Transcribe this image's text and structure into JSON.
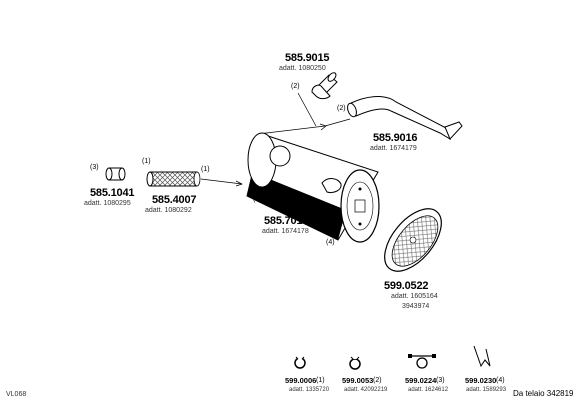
{
  "parts": {
    "p5859015": {
      "number": "585.9015",
      "sub": "adatt. 1080250",
      "qty": "(2)"
    },
    "p5859016": {
      "number": "585.9016",
      "sub": "adatt. 1674179",
      "qty": "(2)"
    },
    "p5851041": {
      "number": "585.1041",
      "sub": "adatt. 1080295",
      "qty": "(3)"
    },
    "p5854007": {
      "number": "585.4007",
      "sub": "adatt. 1080292",
      "qty": "(1)"
    },
    "p5857019": {
      "number": "585.7019",
      "sub": "adatt. 1674178",
      "qty": "(1)"
    },
    "p5990522": {
      "number": "599.0522",
      "sub": "adatt. 1605164",
      "sub2": "3943974",
      "qty": "(4)"
    },
    "qty_muffler_left": "(4)"
  },
  "clamps": [
    {
      "number": "599.0006",
      "qty": "(1)",
      "sub": "adatt. 1335720",
      "icon": "clamp-icon"
    },
    {
      "number": "599.0053",
      "qty": "(2)",
      "sub": "adatt. 42092219",
      "icon": "clamp-icon"
    },
    {
      "number": "599.0224",
      "qty": "(3)",
      "sub": "adatt. 1624612",
      "icon": "strap-clamp-icon"
    },
    {
      "number": "599.0230",
      "qty": "(4)",
      "sub": "adatt. 1589293",
      "icon": "hanger-icon"
    }
  ],
  "footer": {
    "code": "VL068",
    "frame_note": "Da telaio 342819"
  }
}
